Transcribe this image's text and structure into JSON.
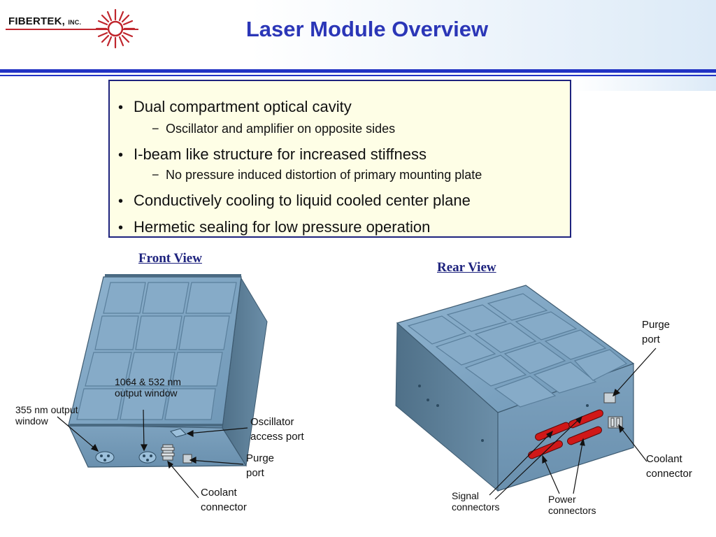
{
  "header": {
    "logo_name": "FIBERTEK,",
    "logo_suffix": "INC.",
    "title": "Laser Module Overview"
  },
  "bullets": [
    {
      "text": "Dual compartment optical cavity",
      "sub": "Oscillator and amplifier on opposite sides"
    },
    {
      "text": "I-beam like structure for increased stiffness",
      "sub": "No pressure induced distortion of primary mounting plate"
    },
    {
      "text": "Conductively cooling to liquid cooled center plane",
      "sub": ""
    },
    {
      "text": "Hermetic sealing for low pressure operation",
      "sub": ""
    }
  ],
  "bullet_glyph": "•",
  "sub_glyph": "−",
  "front_view": {
    "label": "Front View",
    "callouts": {
      "window_1064_line1": "1064 & 532 nm",
      "window_1064_line2": "output window",
      "window_355_line1": "355 nm output",
      "window_355_line2": "window",
      "oscillator_line1": "Oscillator",
      "oscillator_line2": "access port",
      "purge_line1": "Purge",
      "purge_line2": "port",
      "coolant_line1": "Coolant",
      "coolant_line2": "connector"
    }
  },
  "rear_view": {
    "label": "Rear View",
    "callouts": {
      "purge_line1": "Purge",
      "purge_line2": "port",
      "coolant_line1": "Coolant",
      "coolant_line2": "connector",
      "signal_line1": "Signal",
      "signal_line2": "connectors",
      "power_line1": "Power",
      "power_line2": "connectors"
    }
  },
  "colors": {
    "title": "#2b36b7",
    "rule": "#2233c4",
    "box_border": "#1e237e",
    "box_fill": "#fefee6",
    "logo_red": "#c0262d",
    "module_top": "#7fa6c4",
    "module_side": "#5c7f99",
    "connector_red": "#d01818"
  }
}
